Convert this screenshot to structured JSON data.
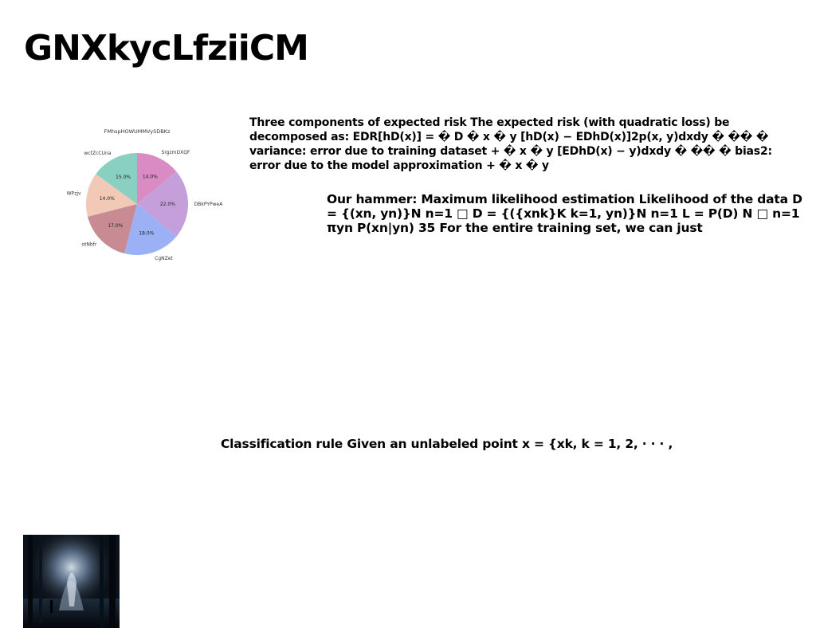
{
  "page": {
    "title": "GNXkycLfziiCM"
  },
  "content": {
    "block_a": "Three components of expected risk The expected risk (with quadratic loss) be decomposed as: EDR[hD(x)] = � D � x � y [hD(x) − EDhD(x)]2p(x, y)dxdy � �� � variance: error due to training dataset + � x � y [EDhD(x) − y)dxdy � �� � bias2: error due to the model approximation + � x � y",
    "block_b": "Our hammer: Maximum likelihood estimation Likelihood of the data D = {(xn, yn)}N n=1 □ D = {({xnk}K k=1, yn)}N n=1 L = P(D) N □ n=1 πyn P(xn|yn) 35 For the entire training set, we can just",
    "block_c": "Classification rule Given an unlabeled point x = {xk, k = 1, 2, · · · ,"
  },
  "photo": {
    "icon": "dark-forest-figure-image"
  },
  "chart_data": {
    "type": "pie",
    "title": "FMhspHOWUMMVySDBKz",
    "labels": [
      "SrgzmDXQF",
      "DBkPYPweA",
      "CgNZet",
      "otNbfr",
      "WPzjv",
      "wctZcCUna"
    ],
    "values": [
      14.0,
      22.0,
      18.0,
      17.0,
      14.0,
      15.0
    ],
    "value_labels": [
      "14.0%",
      "22.0%",
      "18.0%",
      "17.0%",
      "14.0%",
      "15.0%"
    ],
    "colors": [
      "#da8bc3",
      "#c49fd9",
      "#9bb0f5",
      "#c98b93",
      "#f2c8b6",
      "#8ad0c0"
    ],
    "start_angle": 90,
    "direction": "clockwise",
    "legend": "none"
  }
}
